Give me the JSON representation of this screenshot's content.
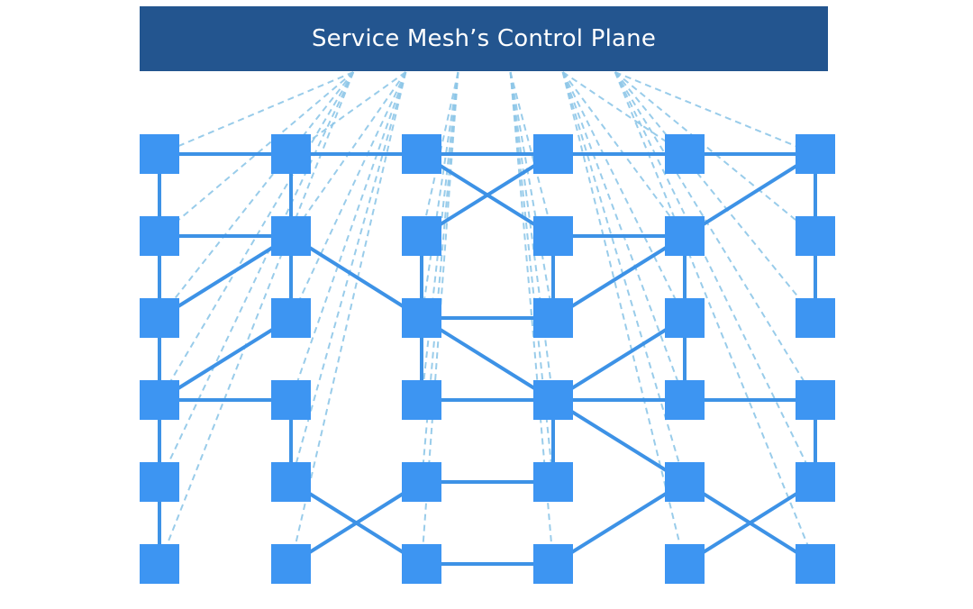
{
  "control_plane": {
    "title": "Service Mesh’s Control Plane"
  },
  "colors": {
    "control_plane_fill": "#23558f",
    "node_fill": "#3d95f2",
    "solid_link": "#3d92e6",
    "dashed_link": "#8ec7e8"
  },
  "mesh": {
    "columns": 6,
    "rows": 6,
    "solid_links": [
      [
        [
          0,
          0
        ],
        [
          1,
          0
        ]
      ],
      [
        [
          1,
          0
        ],
        [
          2,
          0
        ]
      ],
      [
        [
          2,
          0
        ],
        [
          3,
          0
        ]
      ],
      [
        [
          3,
          0
        ],
        [
          4,
          0
        ]
      ],
      [
        [
          4,
          0
        ],
        [
          5,
          0
        ]
      ],
      [
        [
          0,
          1
        ],
        [
          1,
          1
        ]
      ],
      [
        [
          3,
          1
        ],
        [
          4,
          1
        ]
      ],
      [
        [
          2,
          2
        ],
        [
          3,
          2
        ]
      ],
      [
        [
          0,
          3
        ],
        [
          1,
          3
        ]
      ],
      [
        [
          2,
          3
        ],
        [
          3,
          3
        ]
      ],
      [
        [
          3,
          3
        ],
        [
          4,
          3
        ]
      ],
      [
        [
          4,
          3
        ],
        [
          5,
          3
        ]
      ],
      [
        [
          2,
          4
        ],
        [
          3,
          4
        ]
      ],
      [
        [
          2,
          5
        ],
        [
          3,
          5
        ]
      ],
      [
        [
          0,
          0
        ],
        [
          0,
          1
        ]
      ],
      [
        [
          0,
          1
        ],
        [
          0,
          2
        ]
      ],
      [
        [
          0,
          2
        ],
        [
          0,
          3
        ]
      ],
      [
        [
          0,
          3
        ],
        [
          0,
          4
        ]
      ],
      [
        [
          0,
          4
        ],
        [
          0,
          5
        ]
      ],
      [
        [
          1,
          0
        ],
        [
          1,
          1
        ]
      ],
      [
        [
          1,
          1
        ],
        [
          1,
          2
        ]
      ],
      [
        [
          1,
          3
        ],
        [
          1,
          4
        ]
      ],
      [
        [
          2,
          1
        ],
        [
          2,
          2
        ]
      ],
      [
        [
          2,
          2
        ],
        [
          2,
          3
        ]
      ],
      [
        [
          3,
          1
        ],
        [
          3,
          2
        ]
      ],
      [
        [
          3,
          3
        ],
        [
          3,
          4
        ]
      ],
      [
        [
          4,
          1
        ],
        [
          4,
          2
        ]
      ],
      [
        [
          4,
          2
        ],
        [
          4,
          3
        ]
      ],
      [
        [
          5,
          0
        ],
        [
          5,
          1
        ]
      ],
      [
        [
          5,
          1
        ],
        [
          5,
          2
        ]
      ],
      [
        [
          5,
          3
        ],
        [
          5,
          4
        ]
      ],
      [
        [
          2,
          0
        ],
        [
          3,
          1
        ]
      ],
      [
        [
          3,
          0
        ],
        [
          2,
          1
        ]
      ],
      [
        [
          1,
          1
        ],
        [
          2,
          2
        ]
      ],
      [
        [
          1,
          1
        ],
        [
          0,
          2
        ]
      ],
      [
        [
          1,
          2
        ],
        [
          0,
          3
        ]
      ],
      [
        [
          2,
          2
        ],
        [
          3,
          3
        ]
      ],
      [
        [
          3,
          2
        ],
        [
          4,
          1
        ]
      ],
      [
        [
          3,
          3
        ],
        [
          4,
          2
        ]
      ],
      [
        [
          4,
          1
        ],
        [
          5,
          0
        ]
      ],
      [
        [
          3,
          3
        ],
        [
          4,
          4
        ]
      ],
      [
        [
          1,
          4
        ],
        [
          2,
          5
        ]
      ],
      [
        [
          2,
          4
        ],
        [
          1,
          5
        ]
      ],
      [
        [
          3,
          5
        ],
        [
          4,
          4
        ]
      ],
      [
        [
          4,
          4
        ],
        [
          5,
          5
        ]
      ],
      [
        [
          5,
          4
        ],
        [
          4,
          5
        ]
      ]
    ],
    "dashed_nodes": [
      [
        0,
        0
      ],
      [
        1,
        0
      ],
      [
        4,
        0
      ],
      [
        5,
        0
      ],
      [
        0,
        1
      ],
      [
        1,
        1
      ],
      [
        2,
        1
      ],
      [
        3,
        1
      ],
      [
        4,
        1
      ],
      [
        5,
        1
      ],
      [
        0,
        2
      ],
      [
        1,
        2
      ],
      [
        2,
        2
      ],
      [
        3,
        2
      ],
      [
        4,
        2
      ],
      [
        5,
        2
      ],
      [
        0,
        3
      ],
      [
        1,
        3
      ],
      [
        2,
        3
      ],
      [
        3,
        3
      ],
      [
        4,
        3
      ],
      [
        5,
        3
      ],
      [
        0,
        4
      ],
      [
        1,
        4
      ],
      [
        2,
        4
      ],
      [
        3,
        4
      ],
      [
        4,
        4
      ],
      [
        5,
        4
      ],
      [
        0,
        5
      ],
      [
        1,
        5
      ],
      [
        2,
        5
      ],
      [
        3,
        5
      ],
      [
        4,
        5
      ],
      [
        5,
        5
      ]
    ]
  }
}
